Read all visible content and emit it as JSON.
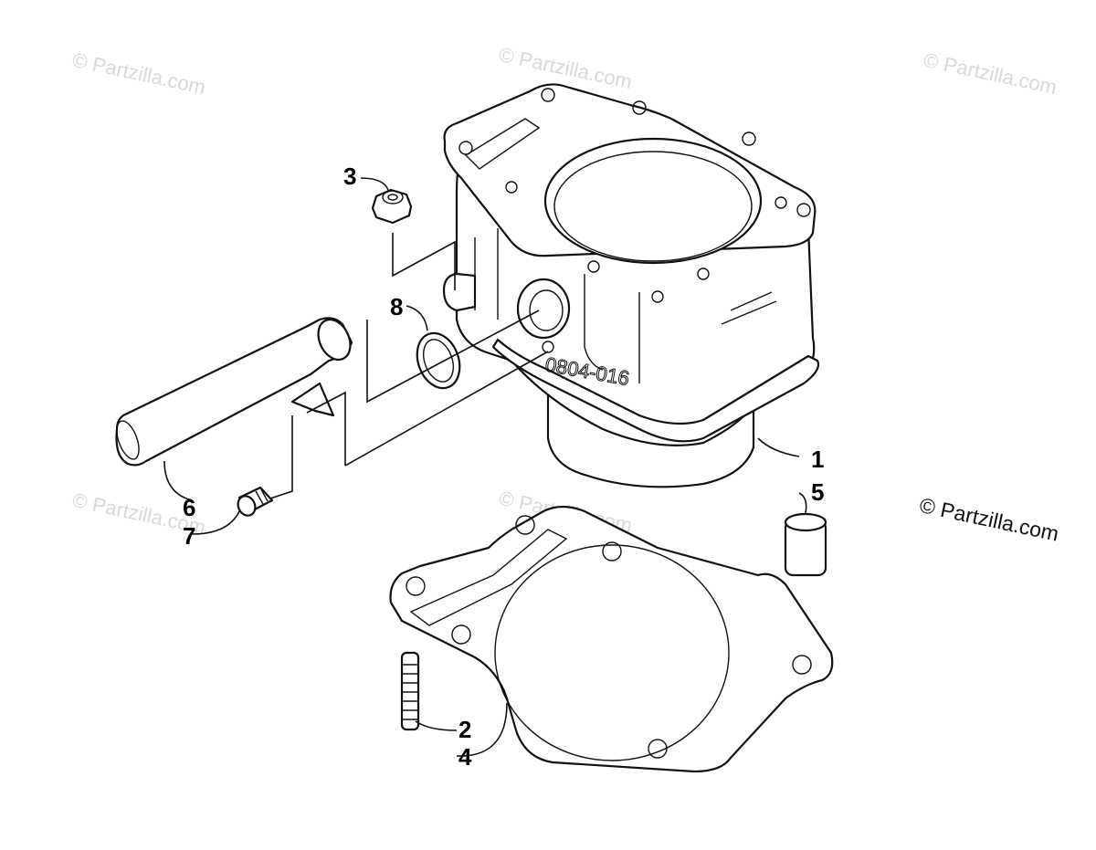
{
  "watermarks": [
    {
      "id": "wm1",
      "text": "© Partzilla.com"
    },
    {
      "id": "wm2",
      "text": "© Partzilla.com"
    },
    {
      "id": "wm3",
      "text": "© Partzilla.com"
    },
    {
      "id": "wm4",
      "text": "© Partzilla.com"
    },
    {
      "id": "wm5",
      "text": "© Partzilla.com"
    }
  ],
  "copyright": "© Partzilla.com",
  "cylinder_marking": "0804-016",
  "callouts": {
    "c1": "1",
    "c2": "2",
    "c3": "3",
    "c4": "4",
    "c5": "5",
    "c6": "6",
    "c7": "7",
    "c8": "8"
  }
}
